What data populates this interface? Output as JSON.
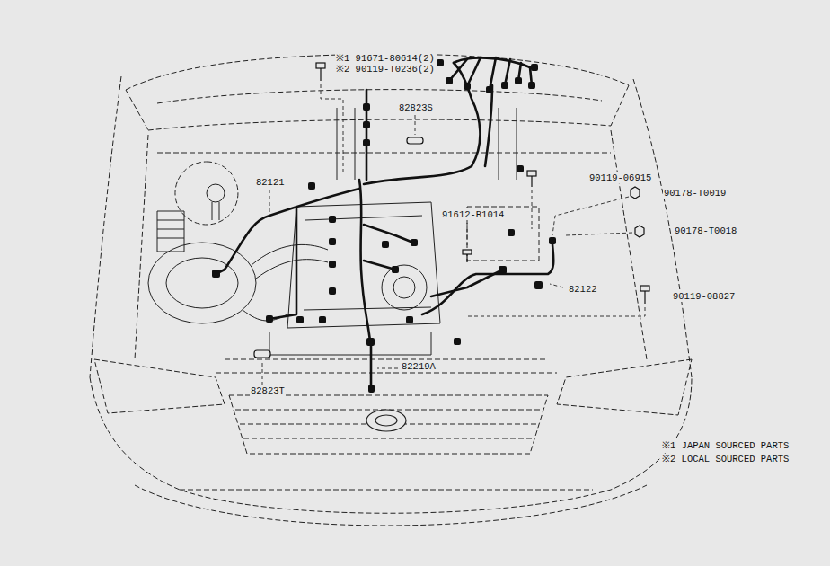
{
  "diagram": {
    "labels": [
      "※1 91671-80614(2)",
      "※2 90119-T0236(2)",
      "82823S",
      "82121",
      "90119-06915",
      "90178-T0019",
      "91612-B1014",
      "90178-T0018",
      "82122",
      "90119-08827",
      "82219A",
      "82823T",
      "※1 JAPAN SOURCED PARTS",
      "※2 LOCAL SOURCED PARTS"
    ]
  }
}
